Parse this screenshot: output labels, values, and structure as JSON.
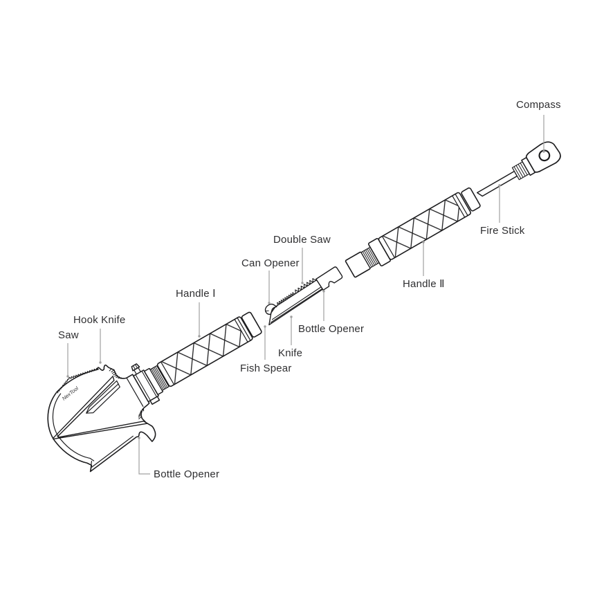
{
  "diagram": {
    "brand_text": "NexTool",
    "background": "#ffffff",
    "line_color": "#1d1d1f",
    "leader_color": "#a0a0a0",
    "label_color": "#2e2e30",
    "labels": [
      {
        "id": "compass",
        "text": "Compass"
      },
      {
        "id": "fire-stick",
        "text": "Fire Stick"
      },
      {
        "id": "handle-2",
        "text": "Handle Ⅱ"
      },
      {
        "id": "double-saw",
        "text": "Double Saw"
      },
      {
        "id": "can-opener",
        "text": "Can Opener"
      },
      {
        "id": "handle-1",
        "text": "Handle Ⅰ"
      },
      {
        "id": "bottle-opener-blade",
        "text": "Bottle Opener"
      },
      {
        "id": "knife",
        "text": "Knife"
      },
      {
        "id": "fish-spear",
        "text": "Fish Spear"
      },
      {
        "id": "hook-knife",
        "text": "Hook Knife"
      },
      {
        "id": "saw",
        "text": "Saw"
      },
      {
        "id": "bottle-opener-shovel",
        "text": "Bottle Opener"
      }
    ]
  }
}
